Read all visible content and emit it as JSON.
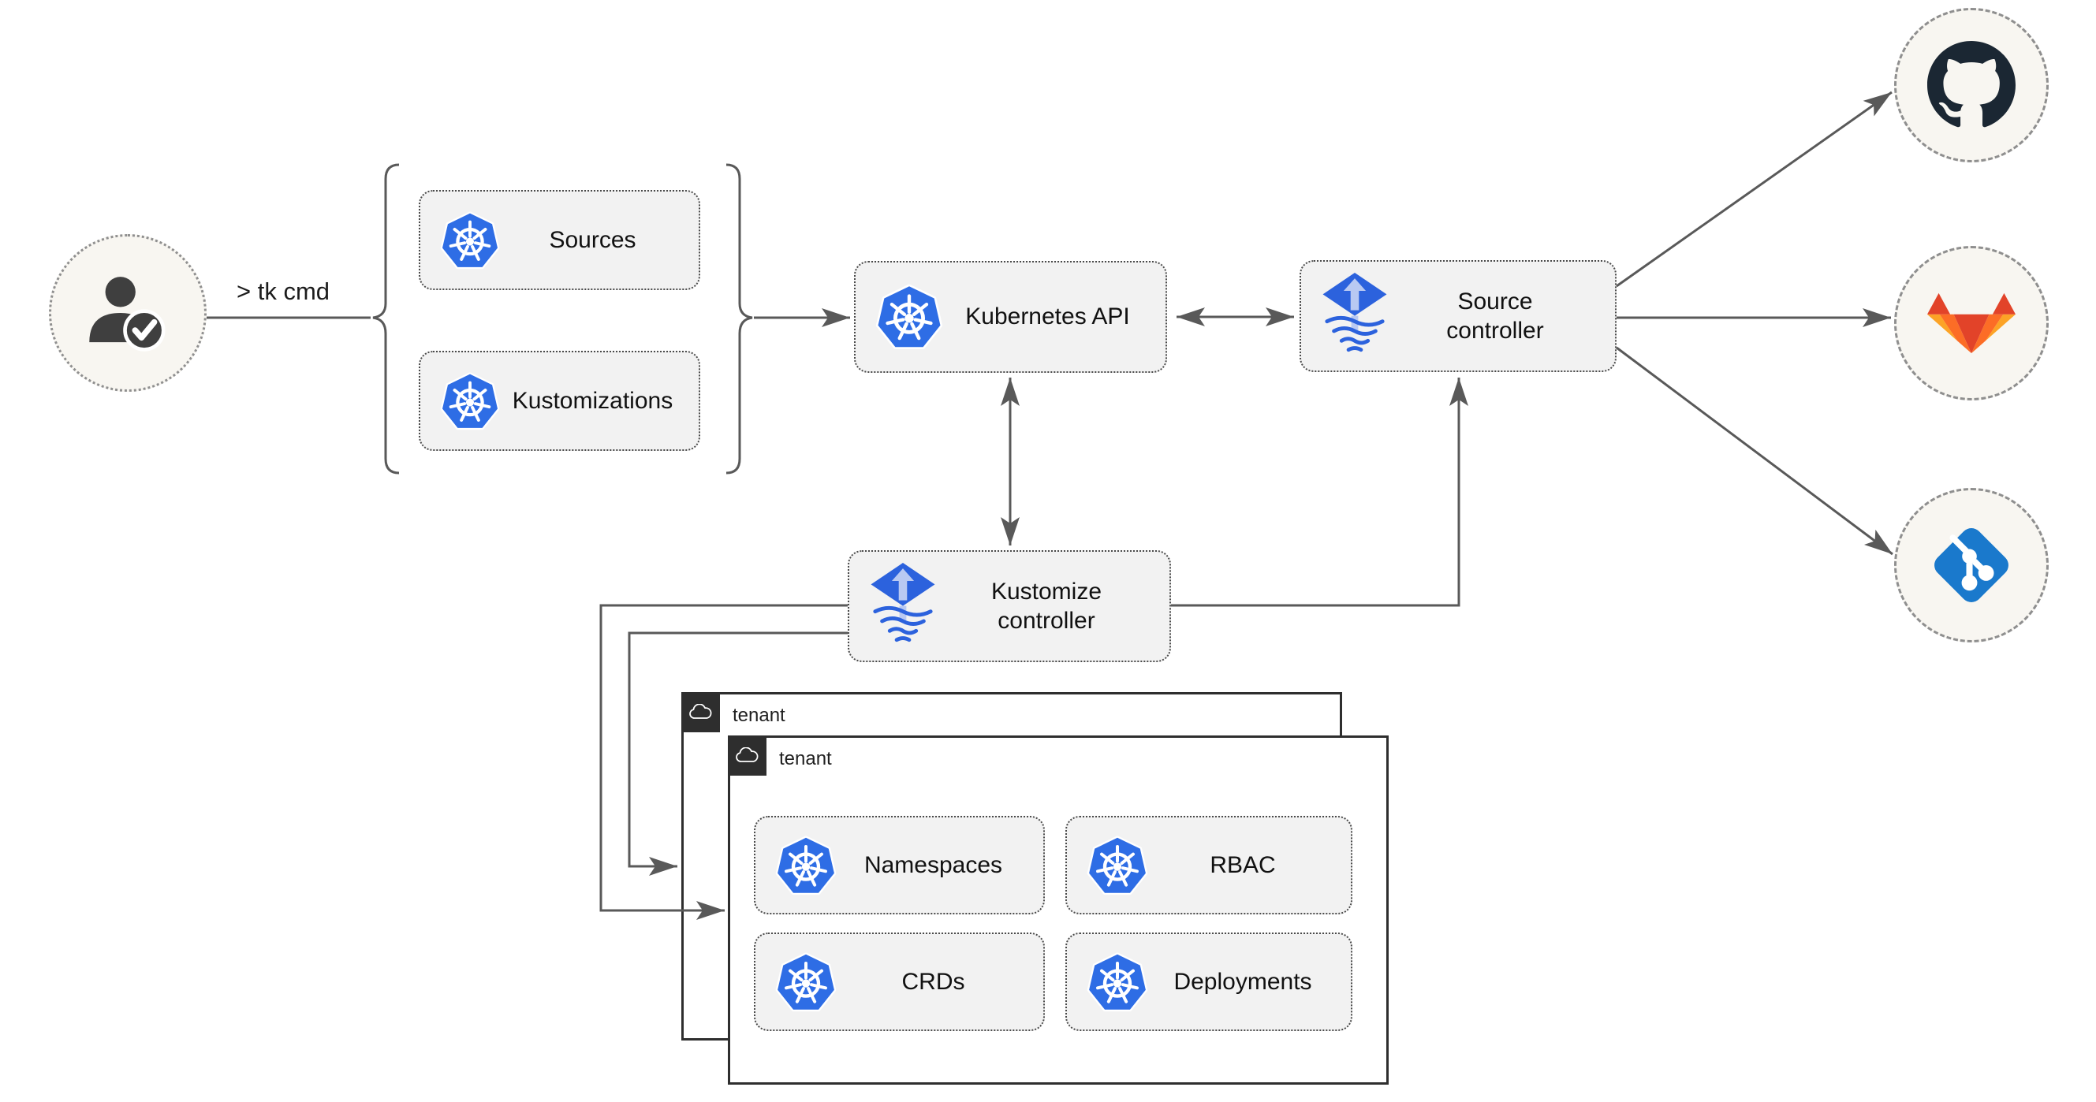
{
  "user_flow": {
    "command": "> tk cmd"
  },
  "nodes": {
    "sources": {
      "label": "Sources"
    },
    "kustomizations": {
      "label": "Kustomizations"
    },
    "kubernetes_api": {
      "label": "Kubernetes API"
    },
    "source_controller": {
      "label": "Source controller"
    },
    "kustomize_controller": {
      "label": "Kustomize controller"
    },
    "namespaces": {
      "label": "Namespaces"
    },
    "rbac": {
      "label": "RBAC"
    },
    "crds": {
      "label": "CRDs"
    },
    "deployments": {
      "label": "Deployments"
    }
  },
  "tenants": {
    "outer_label": "tenant",
    "inner_label": "tenant"
  },
  "git_providers": [
    {
      "icon": "github-icon"
    },
    {
      "icon": "gitlab-icon"
    },
    {
      "icon": "git-icon"
    }
  ],
  "icon_names": {
    "user": "user-check-icon",
    "kubernetes": "kubernetes-icon",
    "flux": "flux-icon",
    "cloud": "cloud-icon"
  },
  "colors": {
    "kubernetes_blue": "#2e6de5",
    "flux_blue": "#2c62dd",
    "flux_arrow_light": "#b9c9f2",
    "connector_gray": "#595959",
    "node_fill": "#f2f2f2",
    "node_border": "#4a4a4a",
    "circle_fill": "#f8f6f1",
    "tenant_border": "#2e2e2e",
    "github_dark": "#1b2733",
    "gitlab_red": "#e24329",
    "gitlab_orange": "#fc6d26",
    "gitlab_light_orange": "#fca326",
    "git_blue": "#1a79cc",
    "person_gray": "#3f3f3f"
  }
}
